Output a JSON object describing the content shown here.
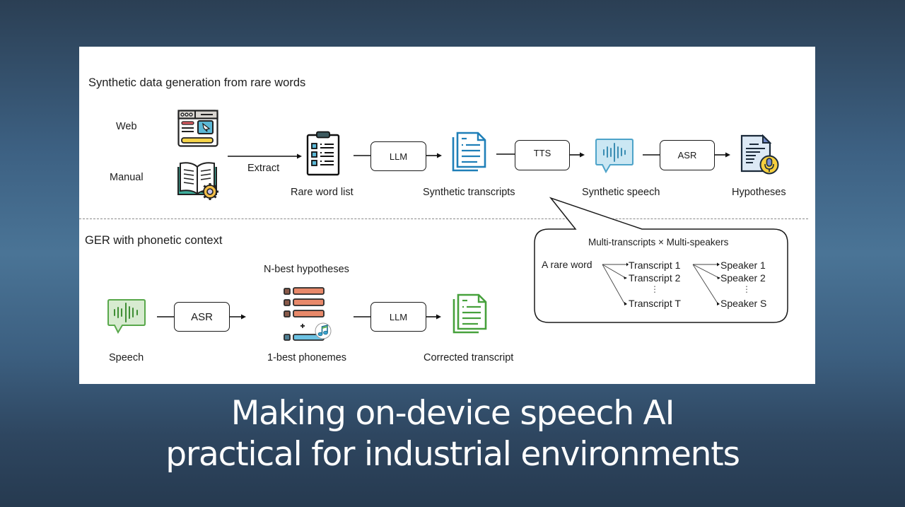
{
  "slide": {
    "caption_line1": "Making on-device speech AI",
    "caption_line2": "practical for industrial environments"
  },
  "top_section": {
    "title": "Synthetic data generation from rare words",
    "sources": [
      {
        "label": "Web",
        "icon": "web-browser-icon"
      },
      {
        "label": "Manual",
        "icon": "manual-book-gear-icon"
      }
    ],
    "extract_label": "Extract",
    "nodes": [
      {
        "label": "Rare word list",
        "icon": "clipboard-checklist-icon"
      },
      {
        "label": "Synthetic transcripts",
        "icon": "document-stack-icon"
      },
      {
        "label": "Synthetic speech",
        "icon": "speech-waveform-bubble-icon"
      },
      {
        "label": "Hypotheses",
        "icon": "document-microphone-icon"
      }
    ],
    "process_boxes": [
      "LLM",
      "TTS",
      "ASR"
    ]
  },
  "callout": {
    "title": "Multi-transcripts × Multi-speakers",
    "root": "A rare word",
    "transcripts": [
      "Transcript 1",
      "Transcript 2",
      "Transcript T"
    ],
    "speakers": [
      "Speaker 1",
      "Speaker 2",
      "Speaker S"
    ],
    "ellipsis": "⋮"
  },
  "bottom_section": {
    "title": "GER with phonetic context",
    "speech_label": "Speech",
    "asr_box": "ASR",
    "nbest_label": "N-best hypotheses",
    "onebest_label": "1-best phonemes",
    "plus": "+",
    "llm_box": "LLM",
    "corrected_label": "Corrected transcript"
  },
  "colors": {
    "web_blue": "#5bb8d6",
    "transcript_blue": "#1f7fb8",
    "speech_blue": "#a9d8ec",
    "hypo_yellow": "#f6cf3e",
    "nbest_orange": "#e8896a",
    "phoneme_blue": "#6cc2e3",
    "green": "#47a13c",
    "book_teal": "#3fae9c"
  }
}
